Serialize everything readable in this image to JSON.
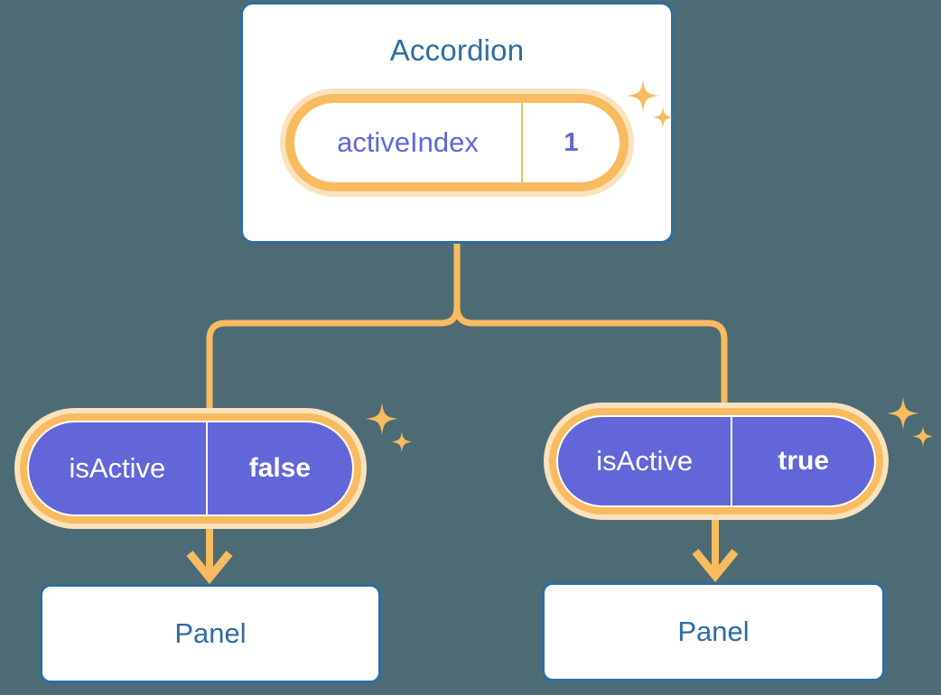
{
  "diagram": {
    "type": "component-tree",
    "background_color": "#4d6b74",
    "accent_orange": "#f9bb5f",
    "accent_orange_soft": "#fae2bd",
    "accent_blue": "#2d6da3",
    "accent_purple": "#6366d8",
    "root": {
      "title": "Accordion",
      "state": {
        "key": "activeIndex",
        "value": "1",
        "style": "outline-pill",
        "sparkle": "sparkle-icon"
      }
    },
    "children": [
      {
        "prop": {
          "key": "isActive",
          "value": "false",
          "style": "filled-pill",
          "sparkle": "sparkle-icon"
        },
        "arrow": "arrow-down-icon",
        "node": {
          "title": "Panel"
        }
      },
      {
        "prop": {
          "key": "isActive",
          "value": "true",
          "style": "filled-pill",
          "sparkle": "sparkle-icon"
        },
        "arrow": "arrow-down-icon",
        "node": {
          "title": "Panel"
        }
      }
    ]
  }
}
